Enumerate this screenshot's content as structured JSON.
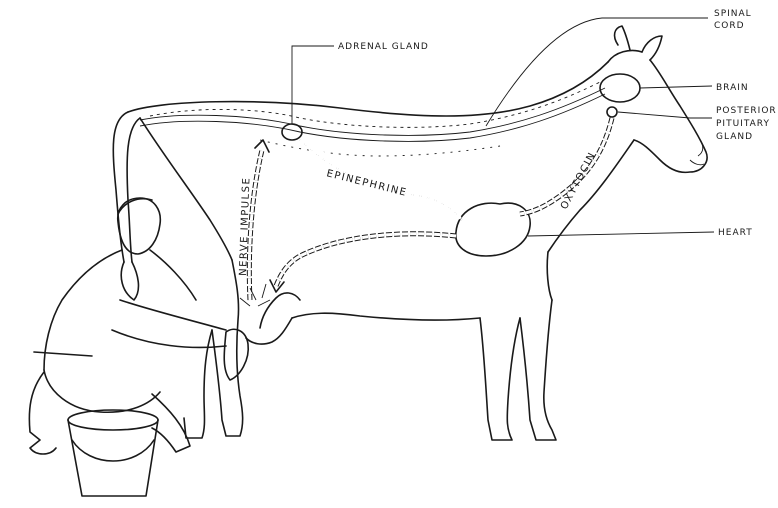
{
  "labels": {
    "adrenal_gland": "ADRENAL GLAND",
    "spinal_cord_1": "SPINAL",
    "spinal_cord_2": "CORD",
    "brain": "BRAIN",
    "posterior_pituitary_1": "POSTERIOR",
    "posterior_pituitary_2": "PITUITARY",
    "posterior_pituitary_3": "GLAND",
    "heart": "HEART",
    "epinephrine": "EPINEPHRINE",
    "oxytocin": "OXYTOCIN",
    "nerve_impulse": "NERVE IMPULSE"
  },
  "colors": {
    "ink": "#1a1a1a",
    "paper": "#ffffff"
  }
}
